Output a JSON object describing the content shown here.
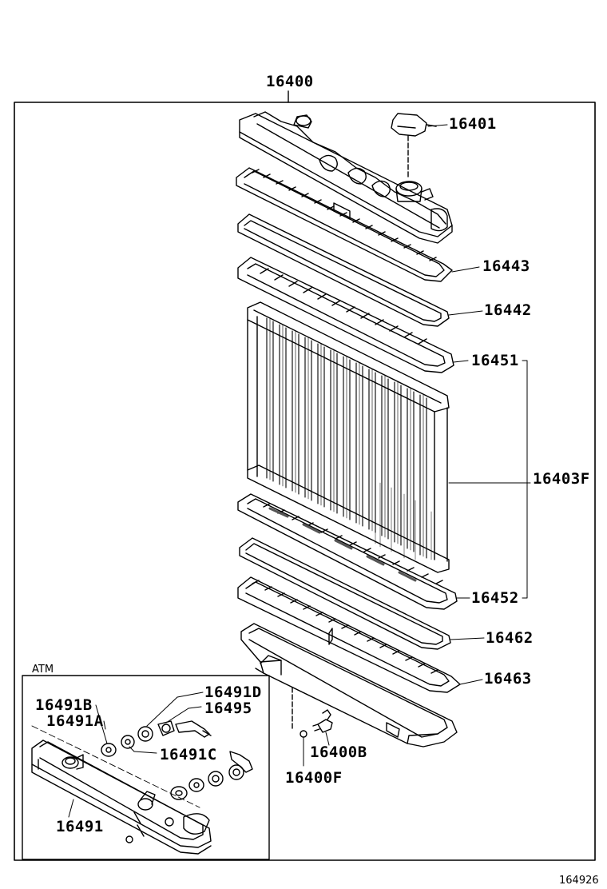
{
  "assembly_number": "16400",
  "callouts": {
    "cap": "16401",
    "upper_tank_gasket_seal": "16443",
    "upper_packing": "16442",
    "upper_plate": "16451",
    "core_assembly": "16403F",
    "lower_plate": "16452",
    "lower_packing": "16462",
    "lower_tank": "16463",
    "drain_cock": "16400B",
    "drain_plug": "16400F"
  },
  "atm_inset": {
    "title": "ATM",
    "callouts": {
      "part_16491B": "16491B",
      "part_16491A": "16491A",
      "part_16491D": "16491D",
      "part_16495": "16495",
      "part_16491C": "16491C",
      "part_16491": "16491"
    }
  },
  "illustration_number": "164926"
}
